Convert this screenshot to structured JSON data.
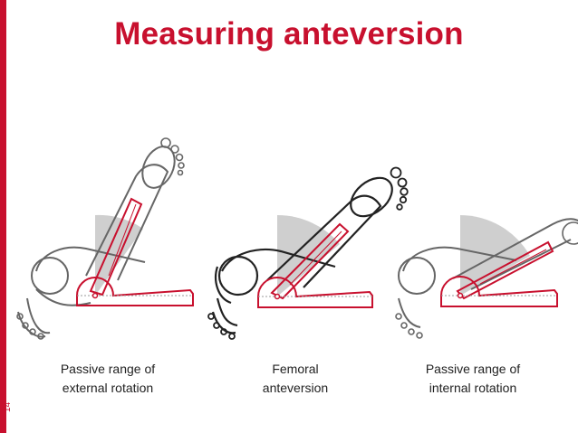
{
  "title": "Measuring anteversion",
  "page_number": "14",
  "colors": {
    "accent": "#c8102e",
    "shade": "#cfcfcf",
    "outline": "#555555"
  },
  "panels": [
    {
      "caption_line1": "Passive range of",
      "caption_line2": "external rotation"
    },
    {
      "caption_line1": "Femoral",
      "caption_line2": "anteversion"
    },
    {
      "caption_line1": "Passive range of",
      "caption_line2": "internal rotation"
    }
  ]
}
